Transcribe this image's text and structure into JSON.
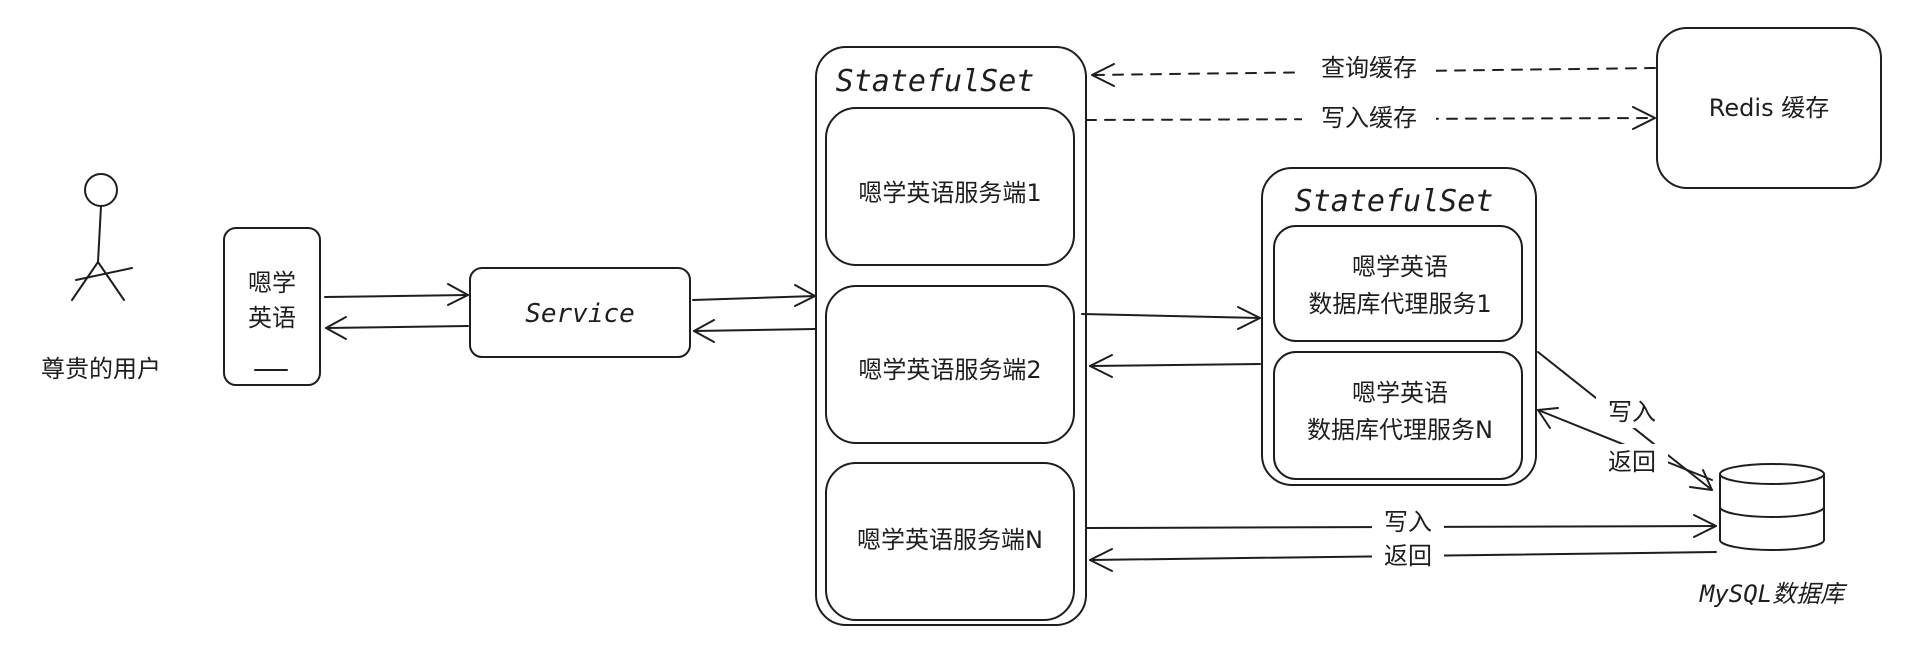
{
  "user": {
    "label": "尊贵的用户"
  },
  "app": {
    "line1": "嗯学",
    "line2": "英语"
  },
  "service": {
    "label": "Service"
  },
  "statefulset_main": {
    "title": "StatefulSet",
    "servers": [
      "嗯学英语服务端1",
      "嗯学英语服务端2",
      "嗯学英语服务端N"
    ]
  },
  "statefulset_proxy": {
    "title": "StatefulSet",
    "proxies": [
      {
        "line1": "嗯学英语",
        "line2": "数据库代理服务1"
      },
      {
        "line1": "嗯学英语",
        "line2": "数据库代理服务N"
      }
    ]
  },
  "redis": {
    "label": "Redis 缓存"
  },
  "mysql": {
    "label": "MySQL数据库"
  },
  "edges": {
    "query_cache": "查询缓存",
    "write_cache": "写入缓存",
    "proxy_write": "写入",
    "proxy_return": "返回",
    "direct_write": "写入",
    "direct_return": "返回"
  },
  "colors": {
    "stroke": "#1e1e1e",
    "background": "#ffffff"
  }
}
